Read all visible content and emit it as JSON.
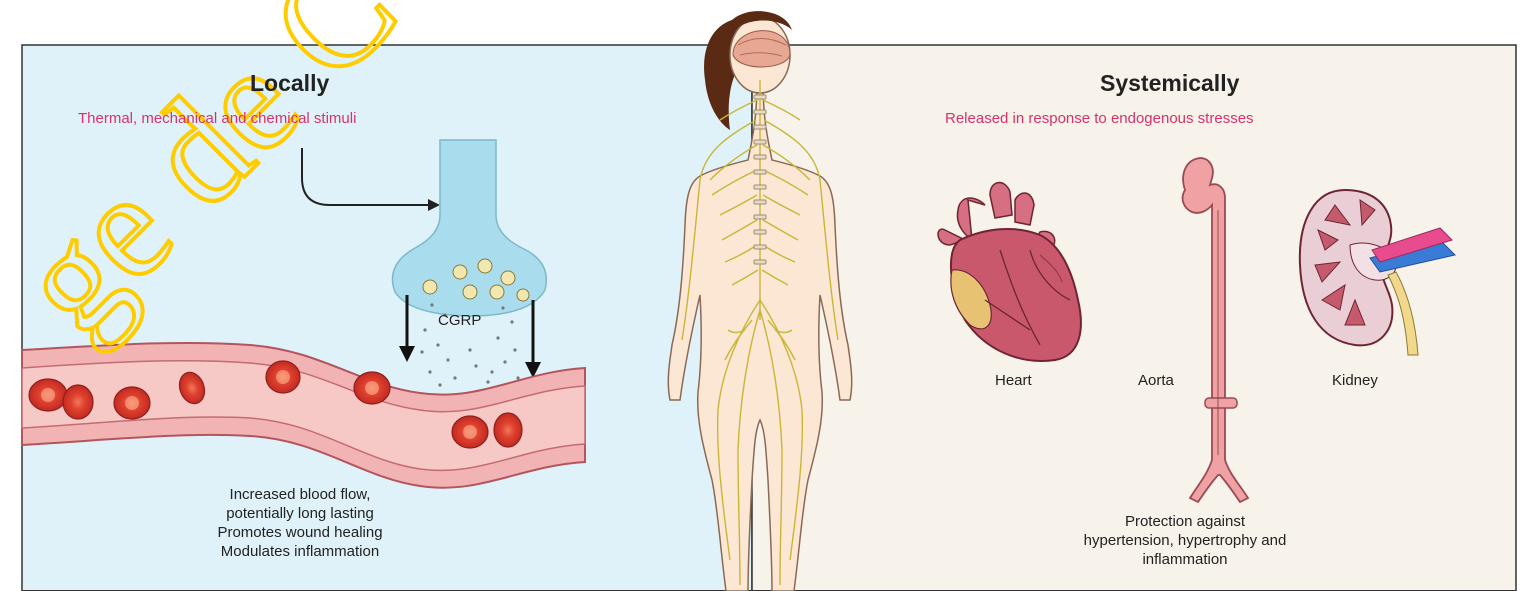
{
  "colors": {
    "left_panel_bg": "#dff2f9",
    "right_panel_bg": "#f7f2ea",
    "subtitle_pink": "#d6336c",
    "nerve_yellow": "#c9b636",
    "vessel_pink": "#e98a8e",
    "blood_cell_red": "#d8332a",
    "watermark_yellow": "#ffcc00"
  },
  "left": {
    "title": "Locally",
    "subtitle": "Thermal, mechanical and chemical stimuli",
    "mediator_label": "CGRP",
    "effects": [
      "Increased blood flow,",
      "potentially long lasting",
      "Promotes wound healing",
      "Modulates inflammation"
    ]
  },
  "right": {
    "title": "Systemically",
    "subtitle": "Released in response to endogenous stresses",
    "organs": [
      "Heart",
      "Aorta",
      "Kidney"
    ],
    "effects": [
      "Protection against",
      "hypertension, hypertrophy and",
      "inflammation"
    ]
  },
  "watermark": {
    "text": "ge de C"
  }
}
